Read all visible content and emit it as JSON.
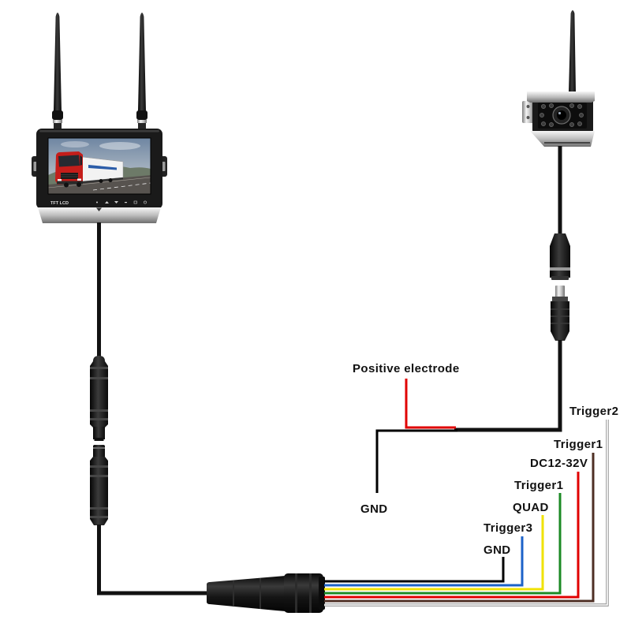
{
  "monitor": {
    "bezel_label": "TFT LCD"
  },
  "power_wires": [
    {
      "label": "Positive electrode",
      "color": "#e00000"
    },
    {
      "label": "GND",
      "color": "#000000"
    }
  ],
  "harness_wires": [
    {
      "label": "GND",
      "color": "#000000"
    },
    {
      "label": "Trigger3",
      "color": "#1c62c8"
    },
    {
      "label": "QUAD",
      "color": "#f0e200"
    },
    {
      "label": "Trigger1",
      "color": "#1b8a24"
    },
    {
      "label": "DC12-32V",
      "color": "#e00000"
    },
    {
      "label": "Trigger1",
      "color": "#4e2f24"
    },
    {
      "label": "Trigger2",
      "color": "#ffffff"
    }
  ]
}
